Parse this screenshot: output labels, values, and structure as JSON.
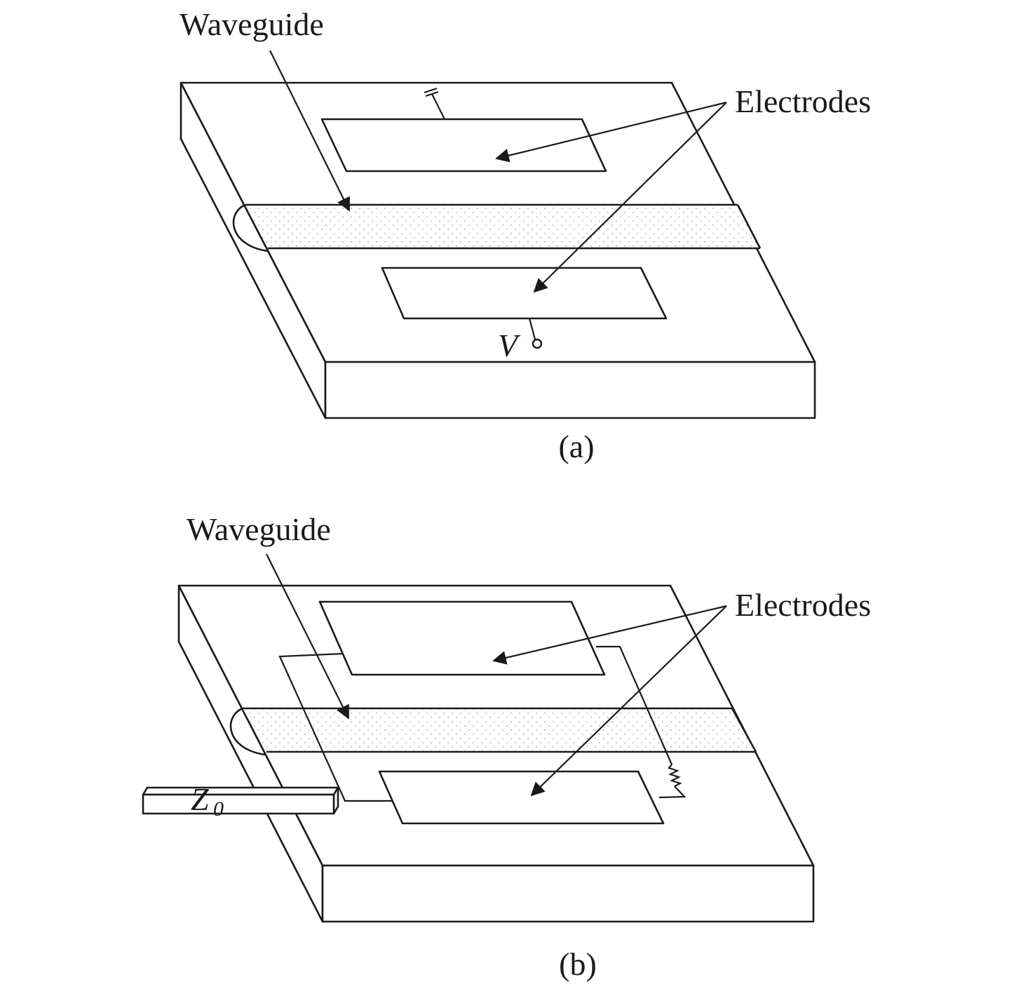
{
  "panel_a": {
    "waveguide_label": "Waveguide",
    "electrodes_label": "Electrodes",
    "voltage_label": "V",
    "caption": "(a)"
  },
  "panel_b": {
    "waveguide_label": "Waveguide",
    "electrodes_label": "Electrodes",
    "impedance_label": "Z",
    "impedance_subscript": "0",
    "caption": "(b)"
  },
  "colors": {
    "line": "#1a1a1a",
    "electrode_fill": "#dcdcdc",
    "waveguide_dots": "#b8b8b8"
  }
}
